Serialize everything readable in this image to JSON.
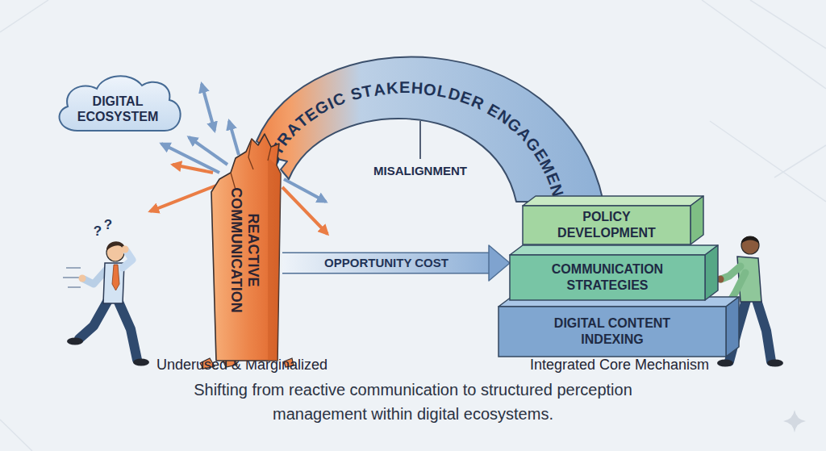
{
  "diagram": {
    "caption": "Shifting from reactive communication to structured perception management within digital ecosystems.",
    "nodes": [
      {
        "text": [
          "DIGITAL ECOSYSTEM"
        ]
      },
      {
        "text": [
          "STRATEGIC STAKEHOLDER ENGAGEMENT"
        ]
      },
      {
        "text": [
          "REACTIVE COMMUNICATION"
        ]
      },
      {
        "text": [
          "POLICY DEVELOPMENT"
        ]
      },
      {
        "text": [
          "COMMUNICATION STRATEGIES"
        ]
      },
      {
        "text": [
          "DIGITAL CONTENT INDEXING"
        ]
      }
    ],
    "edges": [
      {
        "from": 2,
        "to": 4,
        "arrow": "to",
        "label": "OPPORTUNITY COST"
      }
    ],
    "labels": [
      "?",
      "?",
      "MISALIGNMENT",
      "Underused & Marginalized",
      "Integrated Core Mechanism"
    ]
  }
}
